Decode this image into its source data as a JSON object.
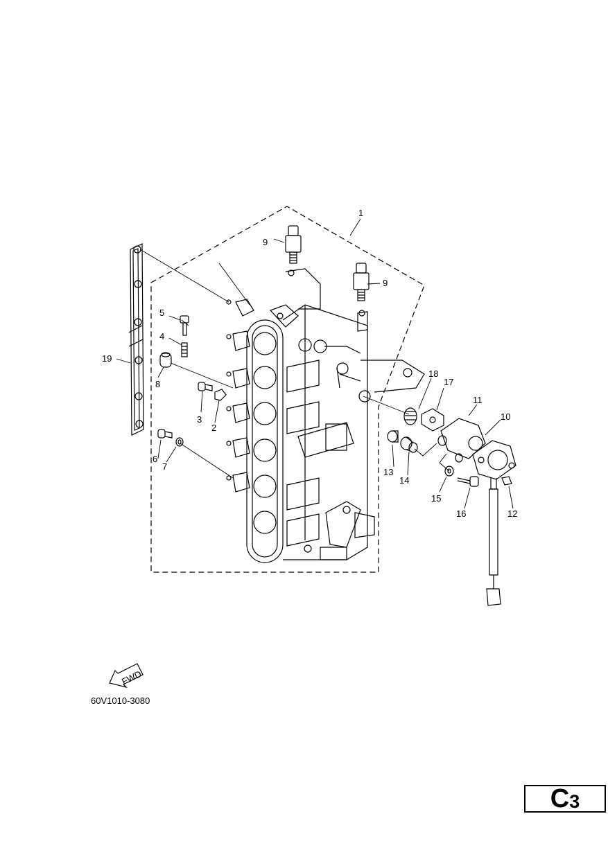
{
  "callouts": [
    {
      "id": "1",
      "label": "1"
    },
    {
      "id": "2",
      "label": "2"
    },
    {
      "id": "3",
      "label": "3"
    },
    {
      "id": "4",
      "label": "4"
    },
    {
      "id": "5",
      "label": "5"
    },
    {
      "id": "6",
      "label": "6"
    },
    {
      "id": "7",
      "label": "7"
    },
    {
      "id": "8",
      "label": "8"
    },
    {
      "id": "9a",
      "label": "9"
    },
    {
      "id": "9b",
      "label": "9"
    },
    {
      "id": "10",
      "label": "10"
    },
    {
      "id": "11",
      "label": "11"
    },
    {
      "id": "12",
      "label": "12"
    },
    {
      "id": "13",
      "label": "13"
    },
    {
      "id": "14",
      "label": "14"
    },
    {
      "id": "15",
      "label": "15"
    },
    {
      "id": "16",
      "label": "16"
    },
    {
      "id": "17",
      "label": "17"
    },
    {
      "id": "18",
      "label": "18"
    },
    {
      "id": "19",
      "label": "19"
    }
  ],
  "fwd_label": "FWD",
  "part_code": "60V1010-3080",
  "page_ref": {
    "letter": "C",
    "number": "3"
  }
}
